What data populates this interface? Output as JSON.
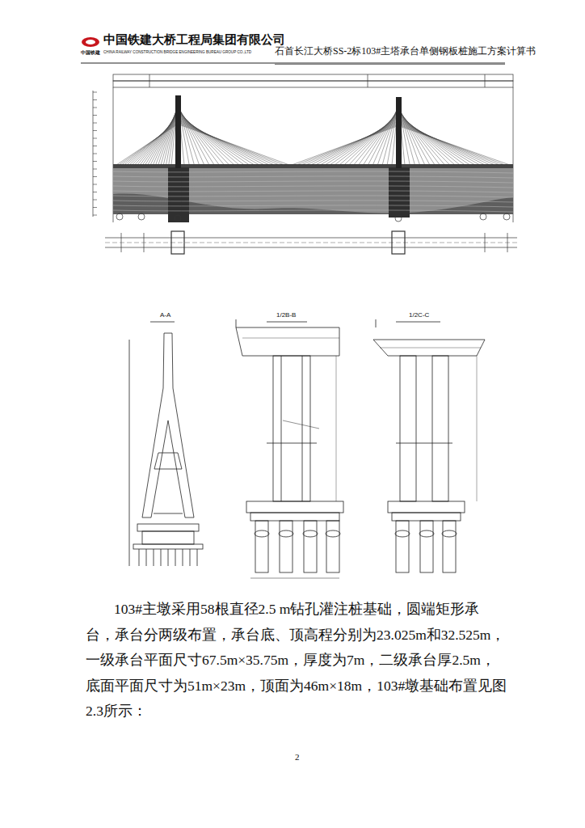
{
  "diagram": {
    "labels": [
      "中国铁建大桥工程局集团有限公司",
      "中国铁建",
      "CHINA RAILWAY CONSTRUCTION BRIDGE ENGINEERING BUREAU GROUP CO.,LTD",
      "石首长江大桥SS-2标103#主塔承台单侧钢板桩施工方案计算书",
      "A-A",
      "1/2B-B",
      "1/2C-C",
      "103#主墩采用58根直径2.5 m钻孔灌注桩基础，圆端矩形承台，承台分两级布置，承台底、顶高程分别为23.025m和32.525m，一级承台平面尺寸67.5m×35.75m，厚度为7m，二级承台厚2.5m，底面平面尺寸为51m×23m，顶面为46m×18m，103#墩基础布置见图2.3所示：",
      "2"
    ]
  }
}
